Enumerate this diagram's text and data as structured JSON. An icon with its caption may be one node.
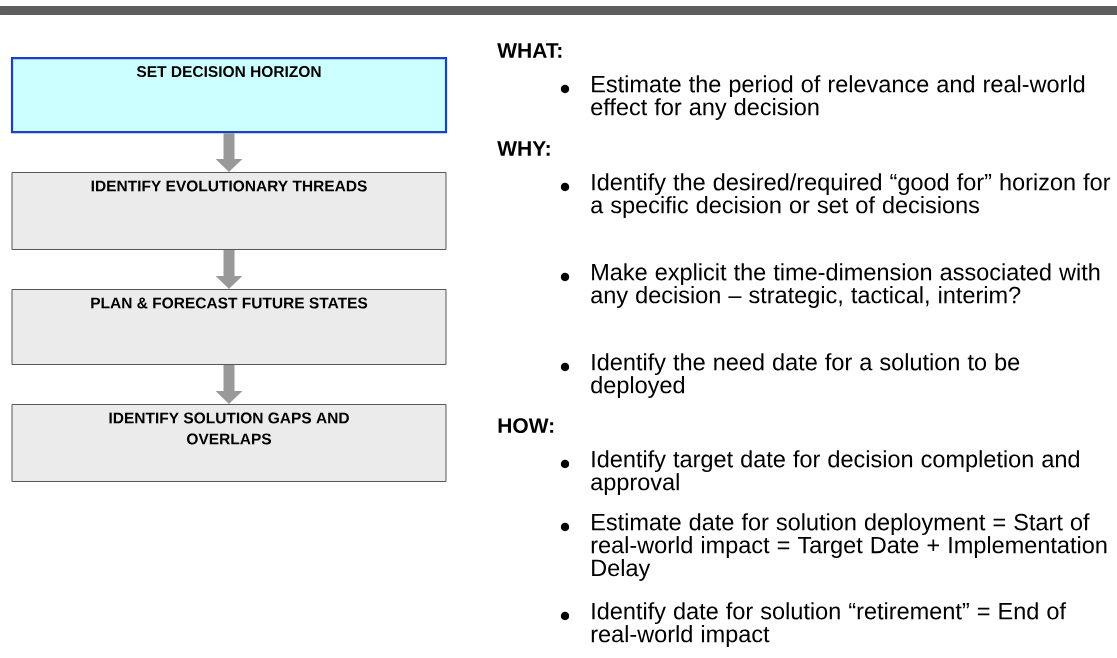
{
  "diagram": {
    "nodes": [
      {
        "text": [
          "SET DECISION HORIZON"
        ]
      },
      {
        "text": [
          "IDENTIFY EVOLUTIONARY THREADS"
        ]
      },
      {
        "text": [
          "PLAN & FORECAST FUTURE STATES"
        ]
      },
      {
        "text": [
          "IDENTIFY SOLUTION GAPS AND OVERLAPS"
        ]
      }
    ],
    "edges": [
      {
        "from": 0,
        "to": 1,
        "arrow": "to"
      },
      {
        "from": 1,
        "to": 2,
        "arrow": "to"
      },
      {
        "from": 2,
        "to": 3,
        "arrow": "to"
      }
    ],
    "labels": [
      "WHAT:",
      "Estimate the period of relevance and real-world effect for any decision",
      "WHY:",
      "Identify the desired/required “good for” horizon for a specific decision or set of decisions",
      "Make explicit the time-dimension associated with any decision – strategic, tactical, interim?",
      "Identify the need date for a solution to be deployed",
      "HOW:",
      "Identify target date for decision completion and approval",
      "Estimate date for solution deployment = Start of real-world impact = Target Date + Implementation Delay",
      "Identify date for solution “retirement” = End of real-world impact"
    ]
  }
}
